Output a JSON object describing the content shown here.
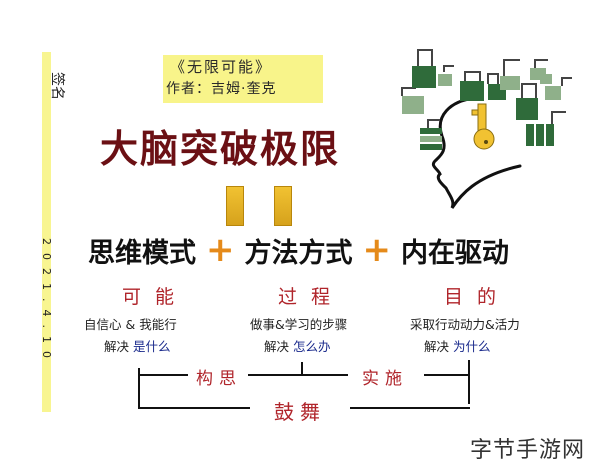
{
  "sidebar": {
    "signature": "签名",
    "date": "2021.4.10"
  },
  "book": {
    "title": "《无限可能》",
    "author": "作者：吉姆·奎克"
  },
  "main_title": "大脑突破极限",
  "formula": {
    "terms": [
      "思维模式",
      "方法方式",
      "内在驱动"
    ],
    "operator": "+"
  },
  "columns": [
    {
      "heading": "可能",
      "desc": "自信心 & 我能行",
      "solve_label": "解决",
      "solve_value": "是什么"
    },
    {
      "heading": "过程",
      "desc": "做事&学习的步骤",
      "solve_label": "解决",
      "solve_value": "怎么办"
    },
    {
      "heading": "目的",
      "desc": "采取行动动力&活力",
      "solve_label": "解决",
      "solve_value": "为什么"
    }
  ],
  "brackets": {
    "left_label": "构思",
    "right_label": "实施",
    "bottom_label": "鼓舞"
  },
  "illustration": {
    "subject": "head-silhouette-with-key-and-locks"
  },
  "watermark": "字节手游网",
  "colors": {
    "title": "#6b1014",
    "heading_red": "#b0252b",
    "plus_orange": "#e58a1a",
    "highlight_yellow": "#f8f48a",
    "lock_green": "#2f6b3a",
    "key_gold": "#f1c232",
    "solve_blue": "#1a2a8c"
  }
}
